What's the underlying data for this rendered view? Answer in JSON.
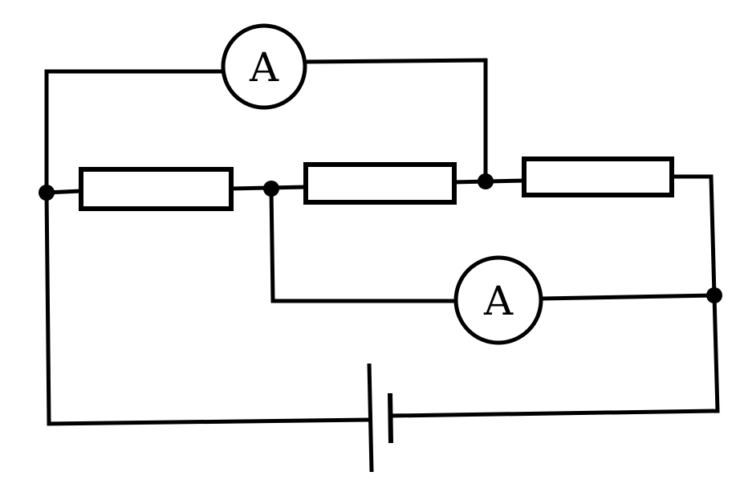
{
  "diagram": {
    "ammeters": [
      {
        "symbol": "A"
      },
      {
        "symbol": "A"
      }
    ],
    "resistor_count": 3,
    "junction_count": 4,
    "battery_cells": 1
  }
}
